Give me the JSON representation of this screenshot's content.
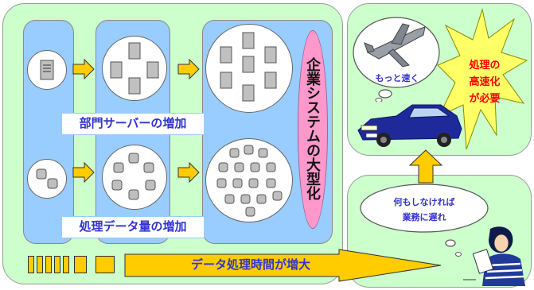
{
  "diagram": {
    "left_panel": {
      "servers_label": "部門サーバーの増加",
      "data_label": "処理データ量の増加",
      "enterprise_label": "企業システムの大型化",
      "bottom_arrow_label": "データ処理時間が増大"
    },
    "top_right_panel": {
      "thought_label": "もっと速く",
      "burst_label": "処理の高速化が必要"
    },
    "bottom_right_panel": {
      "thought_label": "何もしなければ業務に遅れ"
    },
    "colors": {
      "panel_bg": "#ccffcc",
      "column_bg": "#99ccff",
      "accent_text": "#3333cc",
      "arrow": "#ffcc00",
      "oval": "#ff99cc",
      "burst": "#ffff66",
      "burst_text": "#ff0000"
    }
  }
}
